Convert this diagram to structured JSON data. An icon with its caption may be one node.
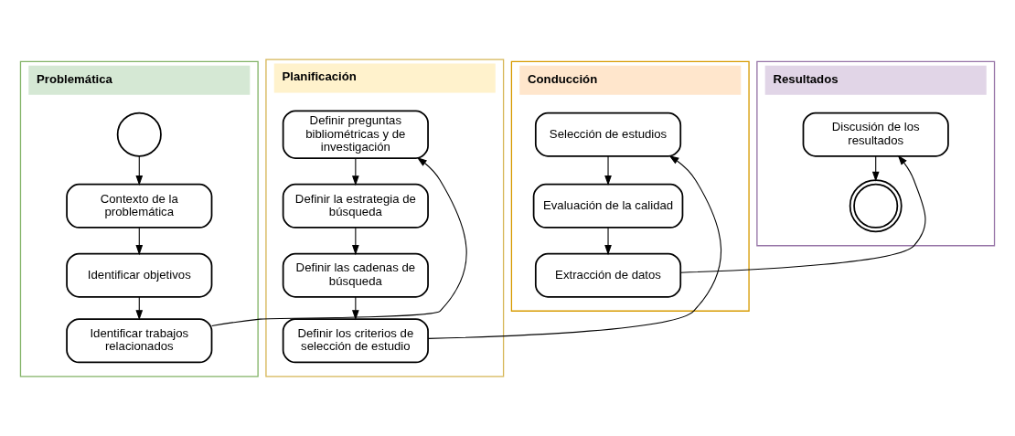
{
  "diagram": {
    "nodes": [
      {
        "text": [
          "Problemática"
        ]
      },
      {
        "text": [],
        "shape": "circle",
        "in": 0
      },
      {
        "text": [
          "Contexto de la problemática"
        ],
        "in": 0
      },
      {
        "text": [
          "Identificar objetivos"
        ],
        "in": 0
      },
      {
        "text": [
          "Identificar trabajos relacionados"
        ],
        "in": 0
      },
      {
        "text": [
          "Planificación"
        ]
      },
      {
        "text": [
          "Definir preguntas bibliométricas y de investigación"
        ],
        "in": 5
      },
      {
        "text": [
          "Definir la estrategia de búsqueda"
        ],
        "in": 5
      },
      {
        "text": [
          "Definir las cadenas de búsqueda"
        ],
        "in": 5
      },
      {
        "text": [
          "Definir los criterios de selección de estudio"
        ],
        "in": 5
      },
      {
        "text": [
          "Conducción"
        ]
      },
      {
        "text": [
          "Selección de estudios"
        ],
        "in": 10
      },
      {
        "text": [
          "Evaluación de la calidad"
        ],
        "in": 10
      },
      {
        "text": [
          "Extracción de datos"
        ],
        "in": 10
      },
      {
        "text": [
          "Resultados"
        ]
      },
      {
        "text": [
          "Discusión de los resultados"
        ],
        "in": 14
      },
      {
        "text": [],
        "shape": "doublecircle",
        "in": 14
      }
    ],
    "edges": [
      {
        "from": 1,
        "to": 2,
        "arrow": "to"
      },
      {
        "from": 2,
        "to": 3,
        "arrow": "to"
      },
      {
        "from": 3,
        "to": 4,
        "arrow": "to"
      },
      {
        "from": 4,
        "to": 6,
        "arrow": "to"
      },
      {
        "from": 6,
        "to": 7,
        "arrow": "to"
      },
      {
        "from": 7,
        "to": 8,
        "arrow": "to"
      },
      {
        "from": 8,
        "to": 9,
        "arrow": "to"
      },
      {
        "from": 9,
        "to": 11,
        "arrow": "to"
      },
      {
        "from": 11,
        "to": 12,
        "arrow": "to"
      },
      {
        "from": 12,
        "to": 13,
        "arrow": "to"
      },
      {
        "from": 13,
        "to": 15,
        "arrow": "to"
      },
      {
        "from": 15,
        "to": 16,
        "arrow": "to"
      }
    ]
  }
}
